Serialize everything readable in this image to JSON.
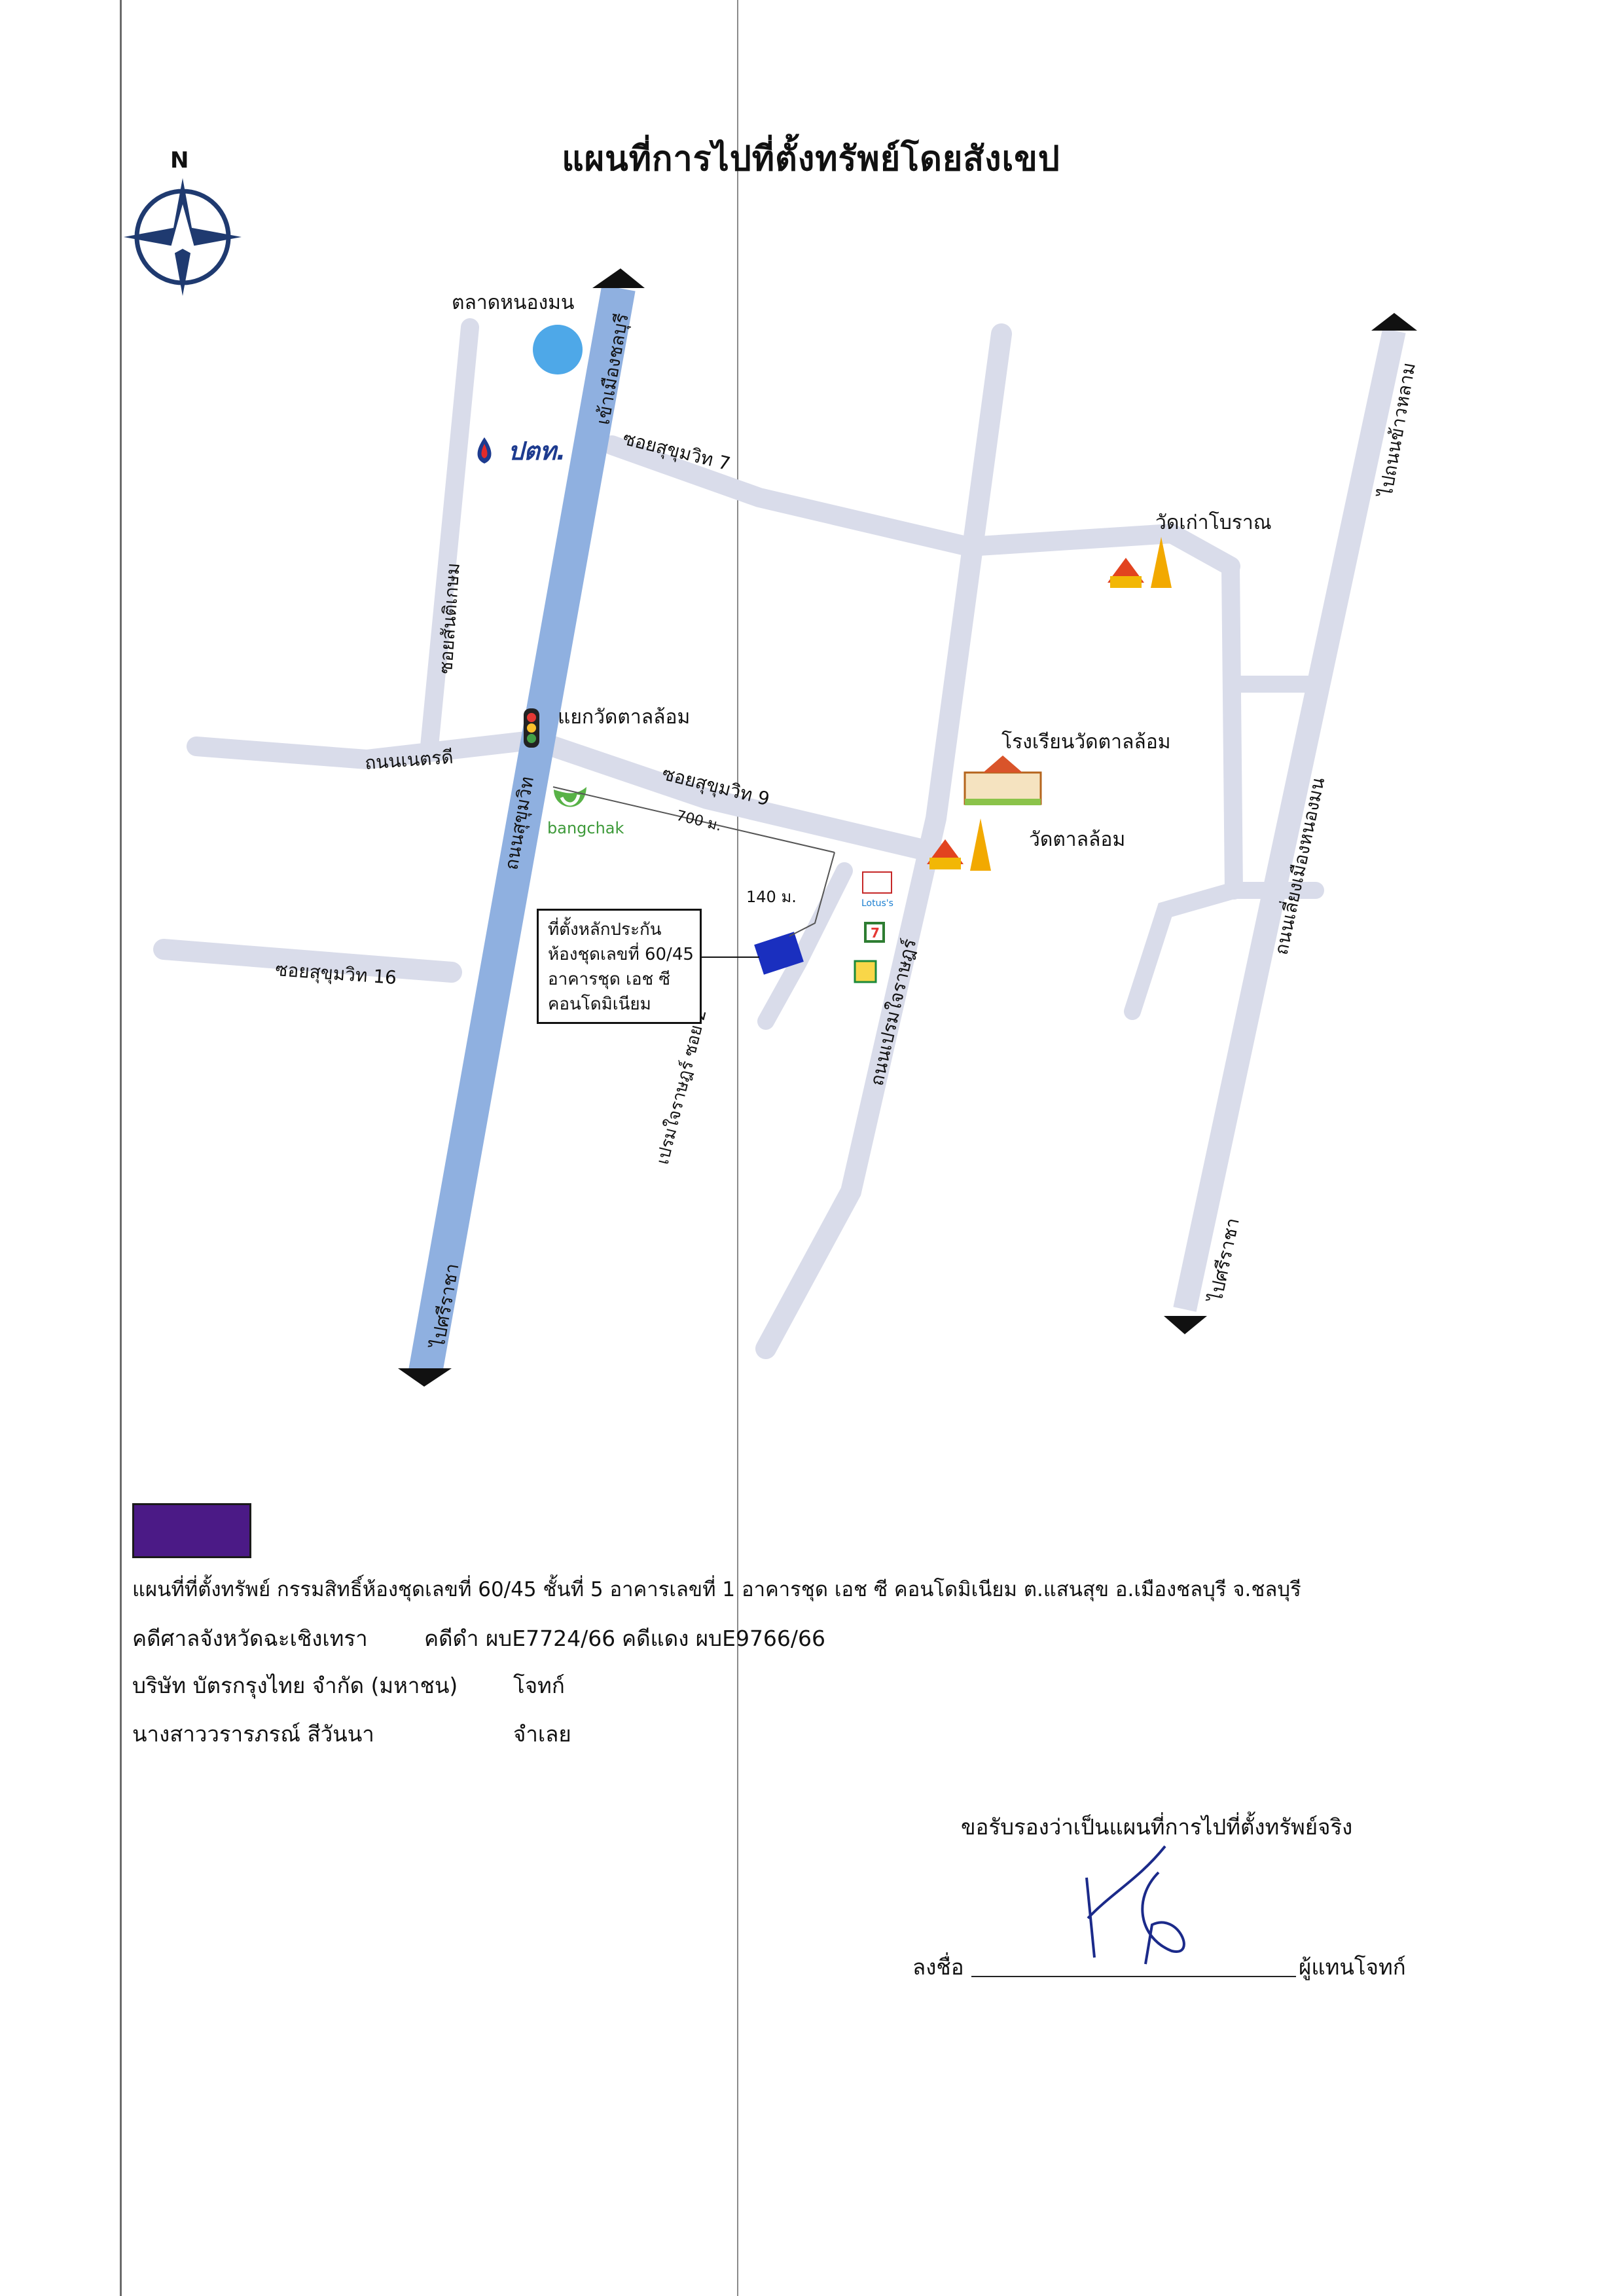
{
  "title": "แผนที่การไปที่ตั้งทรัพย์โดยสังเขป",
  "compass": {
    "letter": "N"
  },
  "places": {
    "market": "ตลาดหนองมน",
    "ptt_logo": "ปตท.",
    "bangchak_logo": "bangchak",
    "wat_kao_boran": "วัดเก่าโบราณ",
    "school": "โรงเรียนวัดตาลล้อม",
    "wat_tan_lom": "วัดตาลล้อม",
    "traffic_light": "แยกวัดตาลล้อม",
    "lotus": "Lotus's"
  },
  "roads": {
    "to_chonburi": "เข้าเมืองชลบุรี",
    "sukhumvit_rd": "ถนนสุขุมวิท",
    "to_sriracha_left": "ไปศรีราชา",
    "soi_sukhumvit_7": "ซอยสุขุมวิท 7",
    "soi_santikasem": "ซอยสันติเกษม",
    "thanon_netrdee": "ถนนเนตรดี",
    "soi_sukhumvit_9": "ซอยสุขุมวิท 9",
    "soi_sukhumvit_16": "ซอยสุขุมวิท 16",
    "prem_road": "ถนนเปรมใจราษฎร์",
    "prem_soi2": "เปรมใจราษฎร์ ซอย 2",
    "to_bang_saen": "ไปถนนข้าวหลาม",
    "saen_suk_road": "ถนนเลี่ยงเมืองหนองมน",
    "to_sriracha_right": "ไปศรีราชา"
  },
  "distances": {
    "d1": "700 ม.",
    "d2": "140 ม."
  },
  "callout": {
    "line1": "ที่ตั้งหลักประกัน",
    "line2": "ห้องชุดเลขที่ 60/45",
    "line3": "อาคารชุด เอช ซี",
    "line4": "คอนโดมิเนียม"
  },
  "info": {
    "line1": "แผนที่ที่ตั้งทรัพย์ กรรมสิทธิ์ห้องชุดเลขที่ 60/45 ชั้นที่ 5 อาคารเลขที่ 1 อาคารชุด เอช ซี คอนโดมิเนียม ต.แสนสุข อ.เมืองชลบุรี จ.ชลบุรี",
    "court": "คดีศาลจังหวัดฉะเชิงเทรา",
    "black_case": "คดีดำ ผบE7724/66",
    "red_case": "คดีแดง ผบE9766/66",
    "plaintiff_name": "บริษัท บัตรกรุงไทย จำกัด (มหาชน)",
    "plaintiff_role": "โจทก์",
    "defendant_name": "นางสาววรารภรณ์ สีวันนา",
    "defendant_role": "จำเลย"
  },
  "certify": {
    "text": "ขอรับรองว่าเป็นแผนที่การไปที่ตั้งทรัพย์จริง",
    "sign_label": "ลงชื่อ",
    "role": "ผู้แทนโจทก์"
  },
  "colors": {
    "main_road": "#8fb0e0",
    "side_road": "#d9dcea",
    "legend": "#4b1a86",
    "property": "#1a2fbf",
    "compass": "#1f3a70"
  }
}
